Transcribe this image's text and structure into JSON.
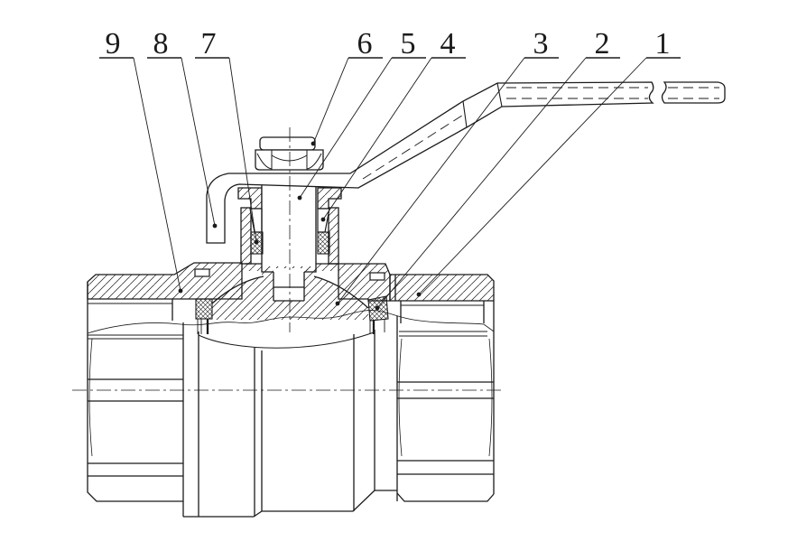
{
  "figure": {
    "background": "#ffffff",
    "line_color": "#1b1b1b",
    "callouts": [
      {
        "label": "9"
      },
      {
        "label": "8"
      },
      {
        "label": "7"
      },
      {
        "label": "6"
      },
      {
        "label": "5"
      },
      {
        "label": "4"
      },
      {
        "label": "3"
      },
      {
        "label": "2"
      },
      {
        "label": "1"
      }
    ]
  }
}
